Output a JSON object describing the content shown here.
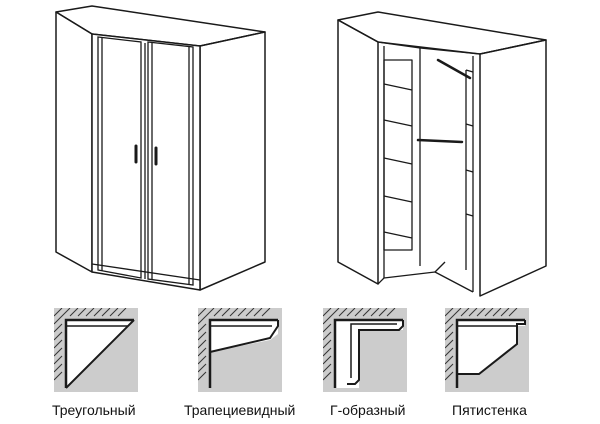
{
  "schemes": [
    {
      "label": "Треугольный"
    },
    {
      "label": "Трапециевидный"
    },
    {
      "label": "Г-образный"
    },
    {
      "label": "Пятистенка"
    }
  ],
  "colors": {
    "line": "#1a1a1a",
    "panel": "#cccccc",
    "fill": "#ffffff"
  }
}
